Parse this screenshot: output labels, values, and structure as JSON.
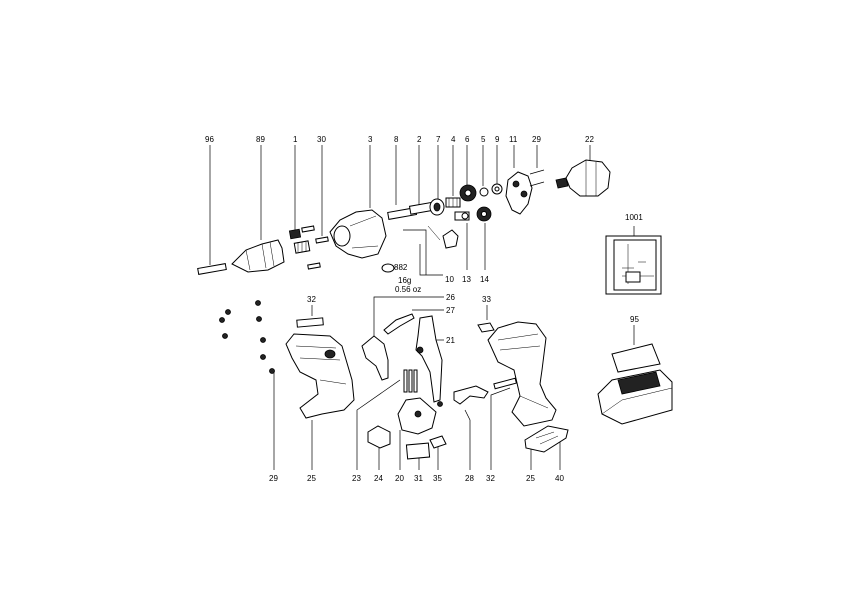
{
  "labels": {
    "l96": "96",
    "l89": "89",
    "l1": "1",
    "l30": "30",
    "l3": "3",
    "l8": "8",
    "l2": "2",
    "l7": "7",
    "l4": "4",
    "l6": "6",
    "l5": "5",
    "l9": "9",
    "l11": "11",
    "l29t": "29",
    "l22": "22",
    "l1001": "1001",
    "l10": "10",
    "l13": "13",
    "l14": "14",
    "l32a": "32",
    "l26": "26",
    "l27": "27",
    "l21": "21",
    "l33": "33",
    "l95": "95",
    "l29b": "29",
    "l25a": "25",
    "l23": "23",
    "l24": "24",
    "l20": "20",
    "l31": "31",
    "l35": "35",
    "l28": "28",
    "l32b": "32",
    "l25b": "25",
    "l40": "40"
  },
  "weight": {
    "code": "882",
    "grams": "16g",
    "ounces": "0.56 oz"
  }
}
